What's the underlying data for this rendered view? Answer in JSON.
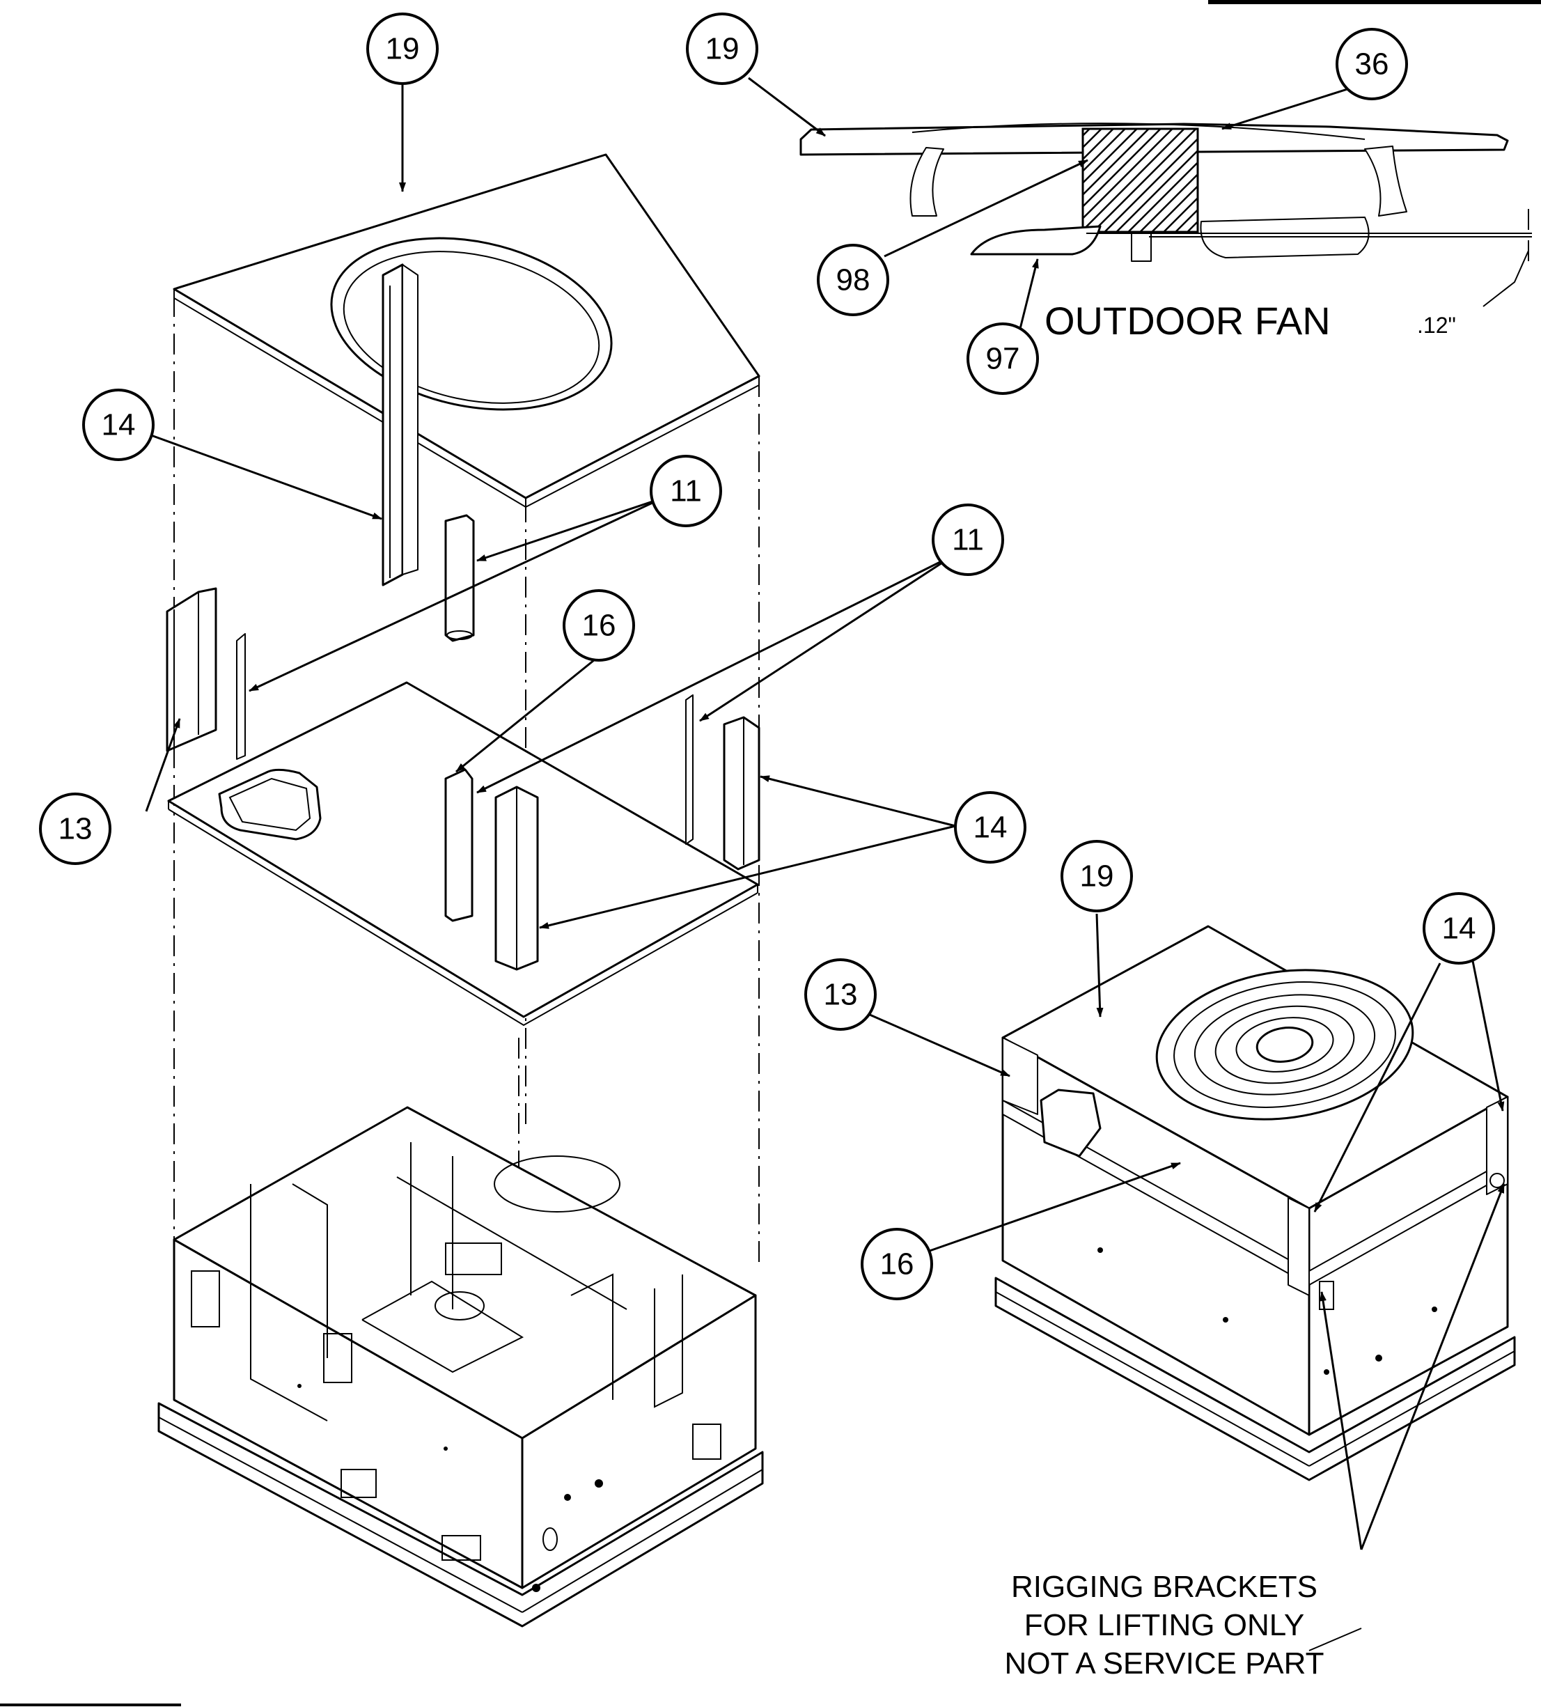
{
  "callouts": [
    {
      "id": "19",
      "label": "19"
    },
    {
      "id": "19-fan",
      "label": "19"
    },
    {
      "id": "36",
      "label": "36"
    },
    {
      "id": "98",
      "label": "98"
    },
    {
      "id": "97",
      "label": "97"
    },
    {
      "id": "14-top",
      "label": "14"
    },
    {
      "id": "11-top",
      "label": "11"
    },
    {
      "id": "11-right",
      "label": "11"
    },
    {
      "id": "16",
      "label": "16"
    },
    {
      "id": "13",
      "label": "13"
    },
    {
      "id": "14-mid",
      "label": "14"
    },
    {
      "id": "19-assembled",
      "label": "19"
    },
    {
      "id": "14-assembled",
      "label": "14"
    },
    {
      "id": "13-assembled",
      "label": "13"
    },
    {
      "id": "16-assembled",
      "label": "16"
    }
  ],
  "fan_detail": {
    "title": "OUTDOOR FAN",
    "dimension": ".12\""
  },
  "rigging_note": {
    "line1": "RIGGING BRACKETS",
    "line2": "FOR LIFTING ONLY",
    "line3": "NOT A SERVICE PART"
  }
}
